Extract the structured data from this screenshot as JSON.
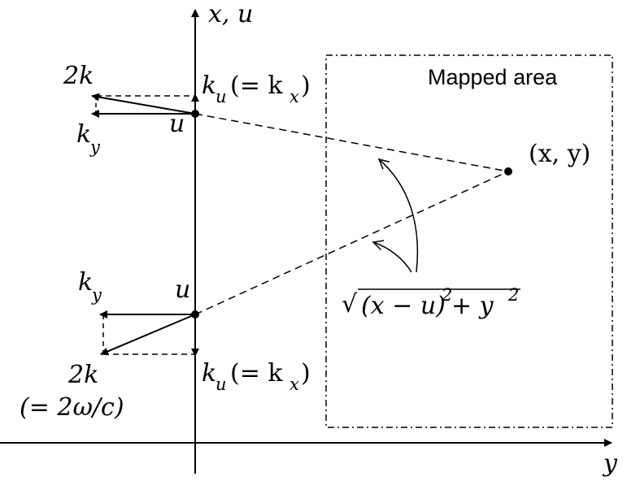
{
  "diagram": {
    "axes": {
      "vertical_label": "x, u",
      "horizontal_label": "y"
    },
    "region": {
      "label": "Mapped area"
    },
    "target_point": {
      "label": "(x, y)"
    },
    "top_antenna": {
      "position_label": "u",
      "k_total": "2k",
      "k_y": "k",
      "k_y_sub": "y",
      "k_u": "k",
      "k_u_sub": "u",
      "k_u_equiv": "(= k",
      "k_u_equiv_sub": "x",
      "k_u_equiv_close": ")"
    },
    "bottom_antenna": {
      "position_label": "u",
      "k_total": "2k",
      "k_total_note": "(= 2ω/c)",
      "k_y": "k",
      "k_y_sub": "y",
      "k_u": "k",
      "k_u_sub": "u",
      "k_u_equiv": "(= k",
      "k_u_equiv_sub": "x",
      "k_u_equiv_close": ")"
    },
    "distance": {
      "radical": "√",
      "expr_a": "(x − u)",
      "exp_a": "2",
      "expr_b": " + y",
      "exp_b": "2"
    }
  }
}
